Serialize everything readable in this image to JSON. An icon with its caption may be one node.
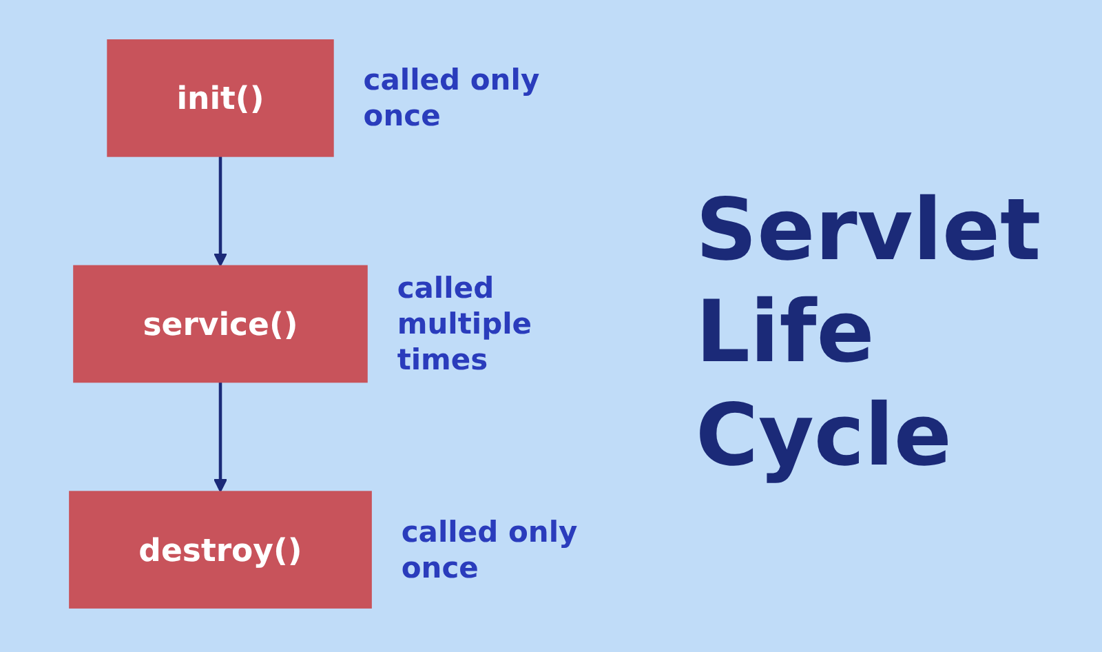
{
  "diagram": {
    "title": "Servlet Life Cycle",
    "nodes": [
      {
        "text": [
          "init()"
        ],
        "beside": [
          "called only once"
        ]
      },
      {
        "text": [
          "service()"
        ],
        "beside": [
          "called multiple times"
        ]
      },
      {
        "text": [
          "destroy()"
        ],
        "beside": [
          "called only once"
        ]
      }
    ],
    "edges": [
      {
        "from": 0,
        "to": 1,
        "arrow": "to"
      },
      {
        "from": 1,
        "to": 2,
        "arrow": "to"
      }
    ]
  }
}
